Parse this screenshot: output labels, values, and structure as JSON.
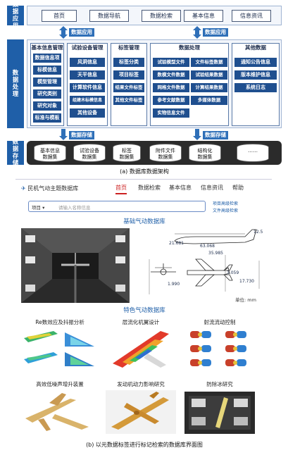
{
  "lanes": {
    "app": "数据应用",
    "process": "数据处理",
    "store": "数据存储"
  },
  "app_buttons": [
    "首页",
    "数据导航",
    "数据检索",
    "基本信息",
    "信息资讯"
  ],
  "arrows": {
    "app": "数据应用",
    "store": "数据存储"
  },
  "groups": [
    {
      "title": "基本信息管理",
      "items": [
        "数据信息项",
        "标模信息",
        "模型管理",
        "研究类别",
        "研究对象",
        "标准与模板"
      ]
    },
    {
      "title": "试验设备管理",
      "items": [
        "风洞信息",
        "天平信息",
        "计算软件信息",
        "组建木标模信息",
        "其他设备"
      ]
    },
    {
      "title": "标签管理",
      "items": [
        "标签分类",
        "项目标签",
        "结果文件标签",
        "其他文件标签"
      ]
    },
    {
      "title": "数据处理",
      "left": [
        "试验模型文件",
        "数模文件数据",
        "网格文件数据",
        "参考文献数据",
        "实物信息文件"
      ],
      "right": [
        "文件标签数据",
        "试验结果数据",
        "计算结果数据",
        "多媒体数据"
      ]
    },
    {
      "title": "其他数据",
      "items": [
        "通知公告信息",
        "版本维护信息",
        "系统日志"
      ]
    }
  ],
  "storage": [
    {
      "line1": "基本信息",
      "line2": "数据集"
    },
    {
      "line1": "试验设备",
      "line2": "数据集"
    },
    {
      "line1": "标签",
      "line2": "数据集"
    },
    {
      "line1": "附件文件",
      "line2": "数据集"
    },
    {
      "line1": "结构化",
      "line2": "数据集"
    },
    {
      "line1": "……",
      "line2": ""
    }
  ],
  "caption_a": "(a) 数据库数据架构",
  "ui": {
    "logo": "民机气动主题数据库",
    "tabs": [
      "首页",
      "数据检索",
      "基本信息",
      "信息资讯",
      "帮助"
    ],
    "search_select": "项目",
    "search_placeholder": "请输入名称信息",
    "side_links": [
      "项目高级检索",
      "文件高级检索"
    ],
    "section1": "基础气动数据库",
    "section2": "特色气动数据库",
    "drawing_dims": [
      "21.681",
      "63.068",
      "35.985",
      "3.059",
      "17.730",
      "1.990",
      "12.5"
    ],
    "unit": "单位: mm",
    "thumbs_row1": [
      "Re数效应及抖振分析",
      "层流化机翼设计",
      "射流流动控制"
    ],
    "thumbs_row2": [
      "高效低噪声增升装置",
      "发动机动力影响研究",
      "防除冰研究"
    ],
    "caption_b": "(b) 以元数据标签进行标记检索的数据库界面图"
  },
  "colors": {
    "primary": "#1f4f8f",
    "accent": "#2e6fb8",
    "active_tab": "#cc2222"
  }
}
